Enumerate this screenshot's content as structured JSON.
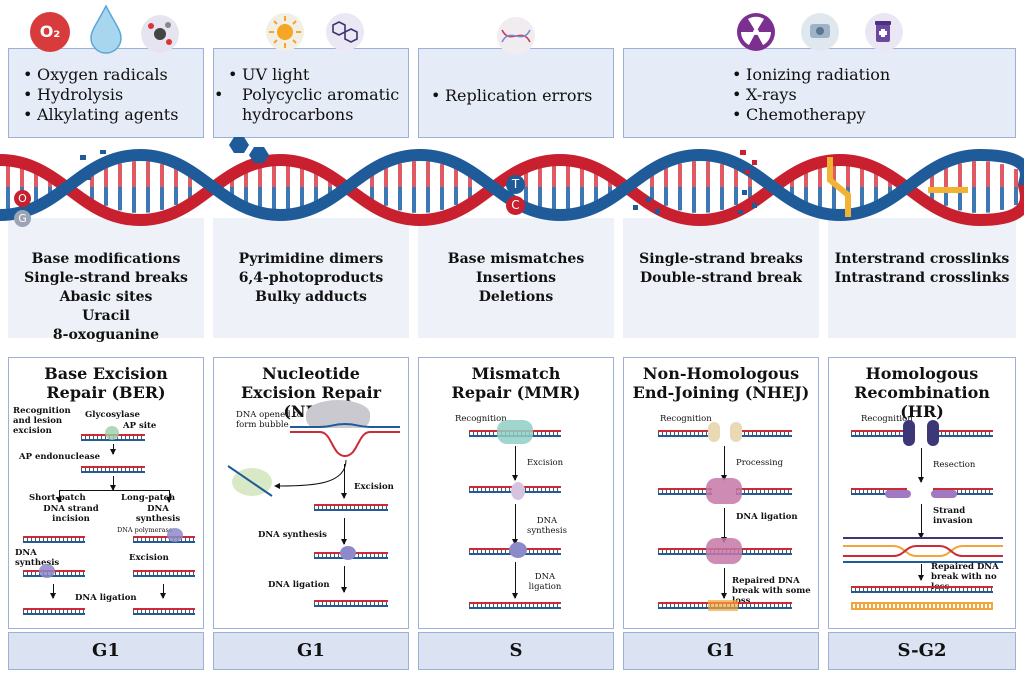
{
  "causes": [
    {
      "items": [
        "Oxygen radicals",
        "Hydrolysis",
        "Alkylating agents"
      ],
      "icons": [
        "oxygen-icon",
        "water-drop-icon",
        "chemical-icon"
      ],
      "o2_label": "O₂"
    },
    {
      "items": [
        "UV light",
        "Polycyclic aromatic hydrocarbons"
      ],
      "icons": [
        "sun-icon",
        "hydrocarbon-icon"
      ]
    },
    {
      "items": [
        "Replication errors"
      ],
      "icons": [
        "dna-icon"
      ]
    },
    {
      "items": [
        "Ionizing radiation",
        "X-rays",
        "Chemotherapy"
      ],
      "icons": [
        "radiation-icon",
        "xray-icon",
        "medicine-icon"
      ]
    }
  ],
  "helix_labels": {
    "o": "O",
    "g": "G",
    "t": "T",
    "c": "C"
  },
  "damage": [
    {
      "lines": [
        "Base modifications",
        "Single-strand breaks",
        "Abasic sites",
        "Uracil",
        "8-oxoguanine"
      ]
    },
    {
      "lines": [
        "Pyrimidine dimers",
        "6,4-photoproducts",
        "Bulky adducts"
      ]
    },
    {
      "lines": [
        "Base mismatches",
        "Insertions",
        "Deletions"
      ]
    },
    {
      "lines": [
        "Single-strand breaks",
        "Double-strand break"
      ]
    },
    {
      "lines": [
        "Interstrand crosslinks",
        "Intrastrand crosslinks"
      ]
    }
  ],
  "pathways": {
    "ber": {
      "title": "Base Excision Repair (BER)",
      "recognition": "Recognition and lesion excision",
      "glycosylase": "Glycosylase",
      "ap_site": "AP site",
      "ap_endonuclease": "AP endonuclease",
      "short_patch": "Short-patch",
      "long_patch": "Long-patch",
      "dna_strand_incision": "DNA strand incision",
      "dna_synthesis_left": "DNA synthesis",
      "dna_synthesis_right": "DNA synthesis",
      "dna_polymerase": "DNA polymerase",
      "excision": "Excision",
      "dna_ligation": "DNA ligation"
    },
    "ner": {
      "title": "Nucleotide Excision Repair (NER)",
      "bubble": "DNA opened to form bubble",
      "excision": "Excision",
      "dna_synthesis": "DNA synthesis",
      "dna_ligation": "DNA ligation"
    },
    "mmr": {
      "title": "Mismatch Repair (MMR)",
      "recognition": "Recognition",
      "excision": "Excision",
      "dna_synthesis": "DNA synthesis",
      "dna_ligation": "DNA ligation"
    },
    "nhej": {
      "title": "Non-Homologous End-Joining (NHEJ)",
      "recognition": "Recognition",
      "processing": "Processing",
      "dna_ligation": "DNA ligation",
      "repaired": "Repaired DNA break with some loss"
    },
    "hr": {
      "title": "Homologous Recombination (HR)",
      "recognition": "Recognition",
      "resection": "Resection",
      "strand_invasion": "Strand invasion",
      "repaired": "Repaired DNA break with no loss"
    }
  },
  "phases": [
    "G1",
    "G1",
    "S",
    "G1",
    "S-G2"
  ],
  "colors": {
    "red_strand": "#c8202e",
    "blue_strand": "#1f5b99",
    "box_fill": "#e6ecf7",
    "box_border": "#9fb0d6",
    "phase_fill": "#dbe3f2"
  }
}
